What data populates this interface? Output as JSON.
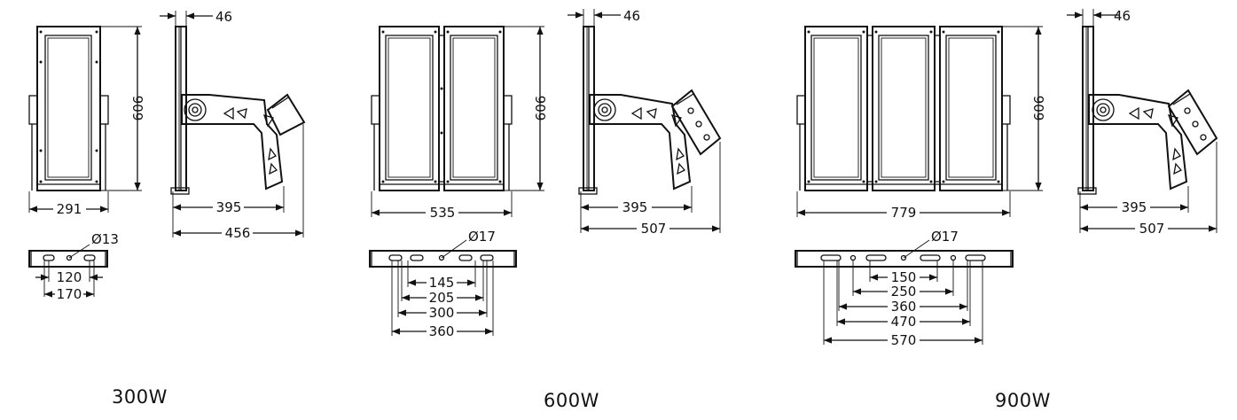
{
  "models": [
    {
      "caption": "300W",
      "front": {
        "height": "606",
        "width": "291"
      },
      "side": {
        "thickness": "46",
        "arm": "395",
        "overall": "456"
      },
      "bracket": {
        "hole": "Ø13",
        "spacings": [
          "120",
          "170"
        ]
      }
    },
    {
      "caption": "600W",
      "front": {
        "height": "606",
        "width": "535"
      },
      "side": {
        "thickness": "46",
        "arm": "395",
        "overall": "507"
      },
      "bracket": {
        "hole": "Ø17",
        "spacings": [
          "145",
          "205",
          "300",
          "360"
        ]
      }
    },
    {
      "caption": "900W",
      "front": {
        "height": "606",
        "width": "779"
      },
      "side": {
        "thickness": "46",
        "arm": "395",
        "overall": "507"
      },
      "bracket": {
        "hole": "Ø17",
        "spacings": [
          "150",
          "250",
          "360",
          "470",
          "570"
        ]
      }
    }
  ]
}
